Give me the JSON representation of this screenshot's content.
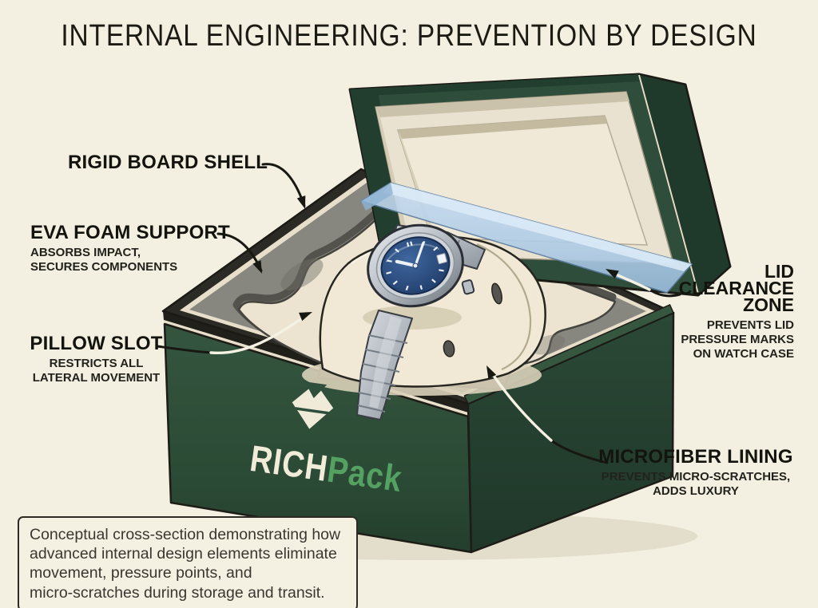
{
  "title": "INTERNAL ENGINEERING: PREVENTION BY DESIGN",
  "callouts": {
    "rigid_board_shell": {
      "title": "RIGID BOARD SHELL"
    },
    "eva_foam_support": {
      "title": "EVA FOAM SUPPORT",
      "desc_line1": "ABSORBS IMPACT,",
      "desc_line2": "SECURES COMPONENTS"
    },
    "pillow_slot": {
      "title": "PILLOW SLOT",
      "desc_line1": "RESTRICTS ALL",
      "desc_line2": "LATERAL MOVEMENT"
    },
    "lid_clearance_zone": {
      "title_line1": "LID",
      "title_line2": "CLEARANCE",
      "title_line3": "ZONE",
      "desc_line1": "PREVENTS LID",
      "desc_line2": "PRESSURE MARKS",
      "desc_line3": "ON WATCH CASE"
    },
    "microfiber_lining": {
      "title": "MICROFIBER LINING",
      "desc_line1": "PREVENTS MICRO-SCRATCHES,",
      "desc_line2": "ADDS LUXURY"
    }
  },
  "logo": {
    "word_primary": "RICH",
    "word_secondary": "Pack"
  },
  "caption": {
    "lines": [
      "Conceptual cross-section demonstrating how",
      "advanced internal design elements eliminate",
      "movement, pressure points, and",
      "micro-scratches during storage and transit."
    ]
  },
  "colors": {
    "background": "#f3f0e2",
    "box_green": "#30503d",
    "brand_green": "#55a162",
    "clearance_blue": "#aecbe8",
    "shell_black": "#2b2a24",
    "foam_gray": "#87867f",
    "lining_cream": "#ece4d0",
    "ink": "#181813"
  }
}
